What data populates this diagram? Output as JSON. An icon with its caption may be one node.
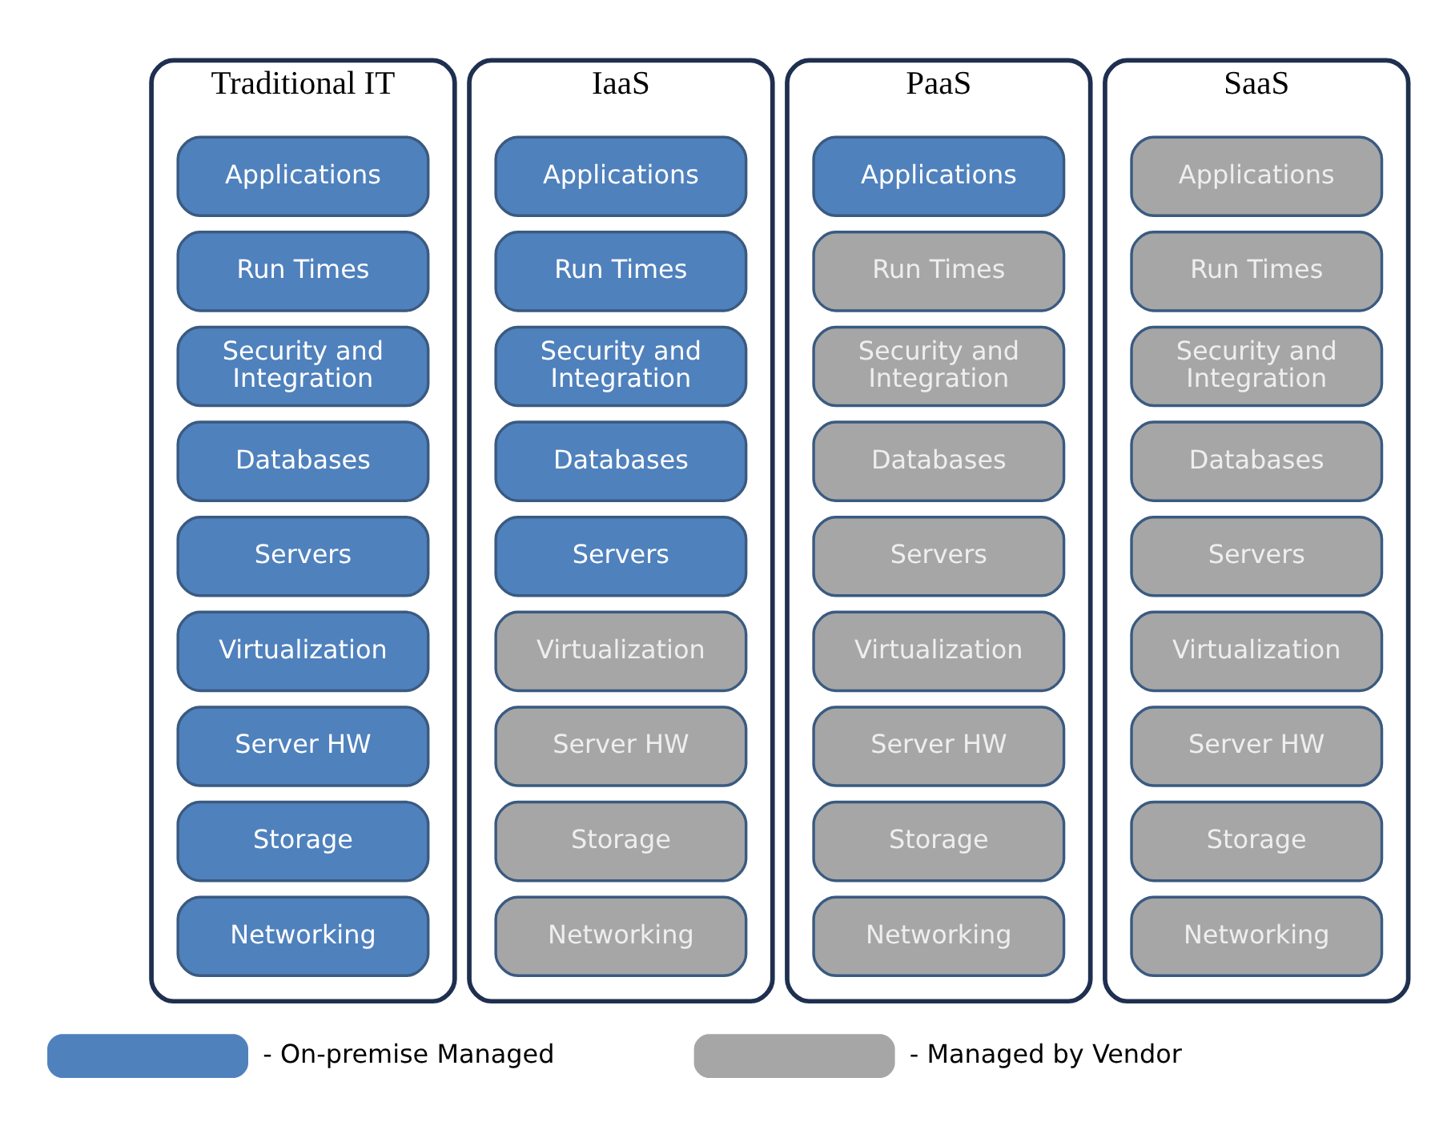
{
  "diagram": {
    "nodes": [
      {
        "text": [
          "Traditional IT"
        ]
      },
      {
        "text": [
          "Applications"
        ],
        "in": 0
      },
      {
        "text": [
          "Run Times"
        ],
        "in": 0
      },
      {
        "text": [
          "Security and Integration"
        ],
        "in": 0
      },
      {
        "text": [
          "Databases"
        ],
        "in": 0
      },
      {
        "text": [
          "Servers"
        ],
        "in": 0
      },
      {
        "text": [
          "Virtualization"
        ],
        "in": 0
      },
      {
        "text": [
          "Server HW"
        ],
        "in": 0
      },
      {
        "text": [
          "Storage"
        ],
        "in": 0
      },
      {
        "text": [
          "Networking"
        ],
        "in": 0
      },
      {
        "text": [
          "IaaS"
        ]
      },
      {
        "text": [
          "Applications"
        ],
        "in": 10
      },
      {
        "text": [
          "Run Times"
        ],
        "in": 10
      },
      {
        "text": [
          "Security and Integration"
        ],
        "in": 10
      },
      {
        "text": [
          "Databases"
        ],
        "in": 10
      },
      {
        "text": [
          "Servers"
        ],
        "in": 10
      },
      {
        "text": [
          "Virtualization"
        ],
        "in": 10
      },
      {
        "text": [
          "Server HW"
        ],
        "in": 10
      },
      {
        "text": [
          "Storage"
        ],
        "in": 10
      },
      {
        "text": [
          "Networking"
        ],
        "in": 10
      },
      {
        "text": [
          "PaaS"
        ]
      },
      {
        "text": [
          "Applications"
        ],
        "in": 20
      },
      {
        "text": [
          "Run Times"
        ],
        "in": 20
      },
      {
        "text": [
          "Security and Integration"
        ],
        "in": 20
      },
      {
        "text": [
          "Databases"
        ],
        "in": 20
      },
      {
        "text": [
          "Servers"
        ],
        "in": 20
      },
      {
        "text": [
          "Virtualization"
        ],
        "in": 20
      },
      {
        "text": [
          "Server HW"
        ],
        "in": 20
      },
      {
        "text": [
          "Storage"
        ],
        "in": 20
      },
      {
        "text": [
          "Networking"
        ],
        "in": 20
      },
      {
        "text": [
          "SaaS"
        ]
      },
      {
        "text": [
          "Applications"
        ],
        "in": 30
      },
      {
        "text": [
          "Run Times"
        ],
        "in": 30
      },
      {
        "text": [
          "Security and Integration"
        ],
        "in": 30
      },
      {
        "text": [
          "Databases"
        ],
        "in": 30
      },
      {
        "text": [
          "Servers"
        ],
        "in": 30
      },
      {
        "text": [
          "Virtualization"
        ],
        "in": 30
      },
      {
        "text": [
          "Server HW"
        ],
        "in": 30
      },
      {
        "text": [
          "Storage"
        ],
        "in": 30
      },
      {
        "text": [
          "Networking"
        ],
        "in": 30
      }
    ],
    "edges": [],
    "legend": [
      {
        "text": "- On-premise Managed",
        "color": "#4f81bd"
      },
      {
        "text": "- Managed by Vendor",
        "color": "#a6a6a6"
      }
    ]
  }
}
